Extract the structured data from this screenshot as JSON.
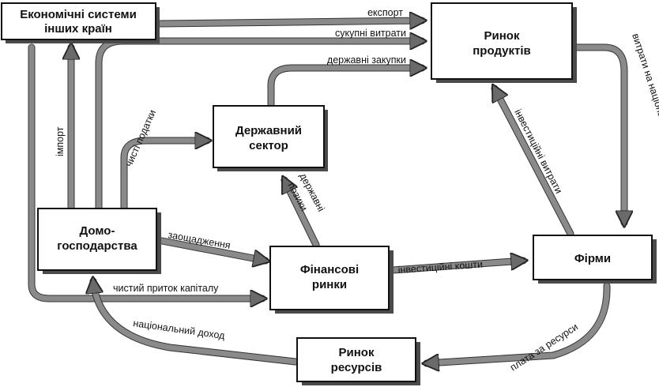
{
  "boxes": {
    "foreign": [
      "Економічні системи",
      "інших країн"
    ],
    "products": [
      "Ринок",
      "продуктів"
    ],
    "government": [
      "Державний",
      "сектор"
    ],
    "households": [
      "Домо-",
      "господарства"
    ],
    "financial": [
      "Фінансові",
      "ринки"
    ],
    "firms": [
      "Фірми"
    ],
    "resources": [
      "Ринок",
      "ресурсів"
    ]
  },
  "flows": {
    "export": "експорт",
    "total_spending": "сукупні витрати",
    "gov_purchases": "державні закупки",
    "national_product_spending": "витрати на національний продукт",
    "import": "імпорт",
    "net_taxes": "чисті податки",
    "investment_spending": "інвестиційні витрати",
    "gov_borrowing": [
      "державні",
      "позики"
    ],
    "savings": "заощадження",
    "investment_funds": "інвестиційні кошти",
    "net_capital_inflow": "чистий приток капіталу",
    "national_income": "національний доход",
    "resource_payment": "плата за ресурси"
  },
  "colors": {
    "arrow": "#8a8a8a",
    "arrow_edge": "#333333",
    "box_border": "#111111",
    "box_shadow": "#4a4a4a"
  }
}
